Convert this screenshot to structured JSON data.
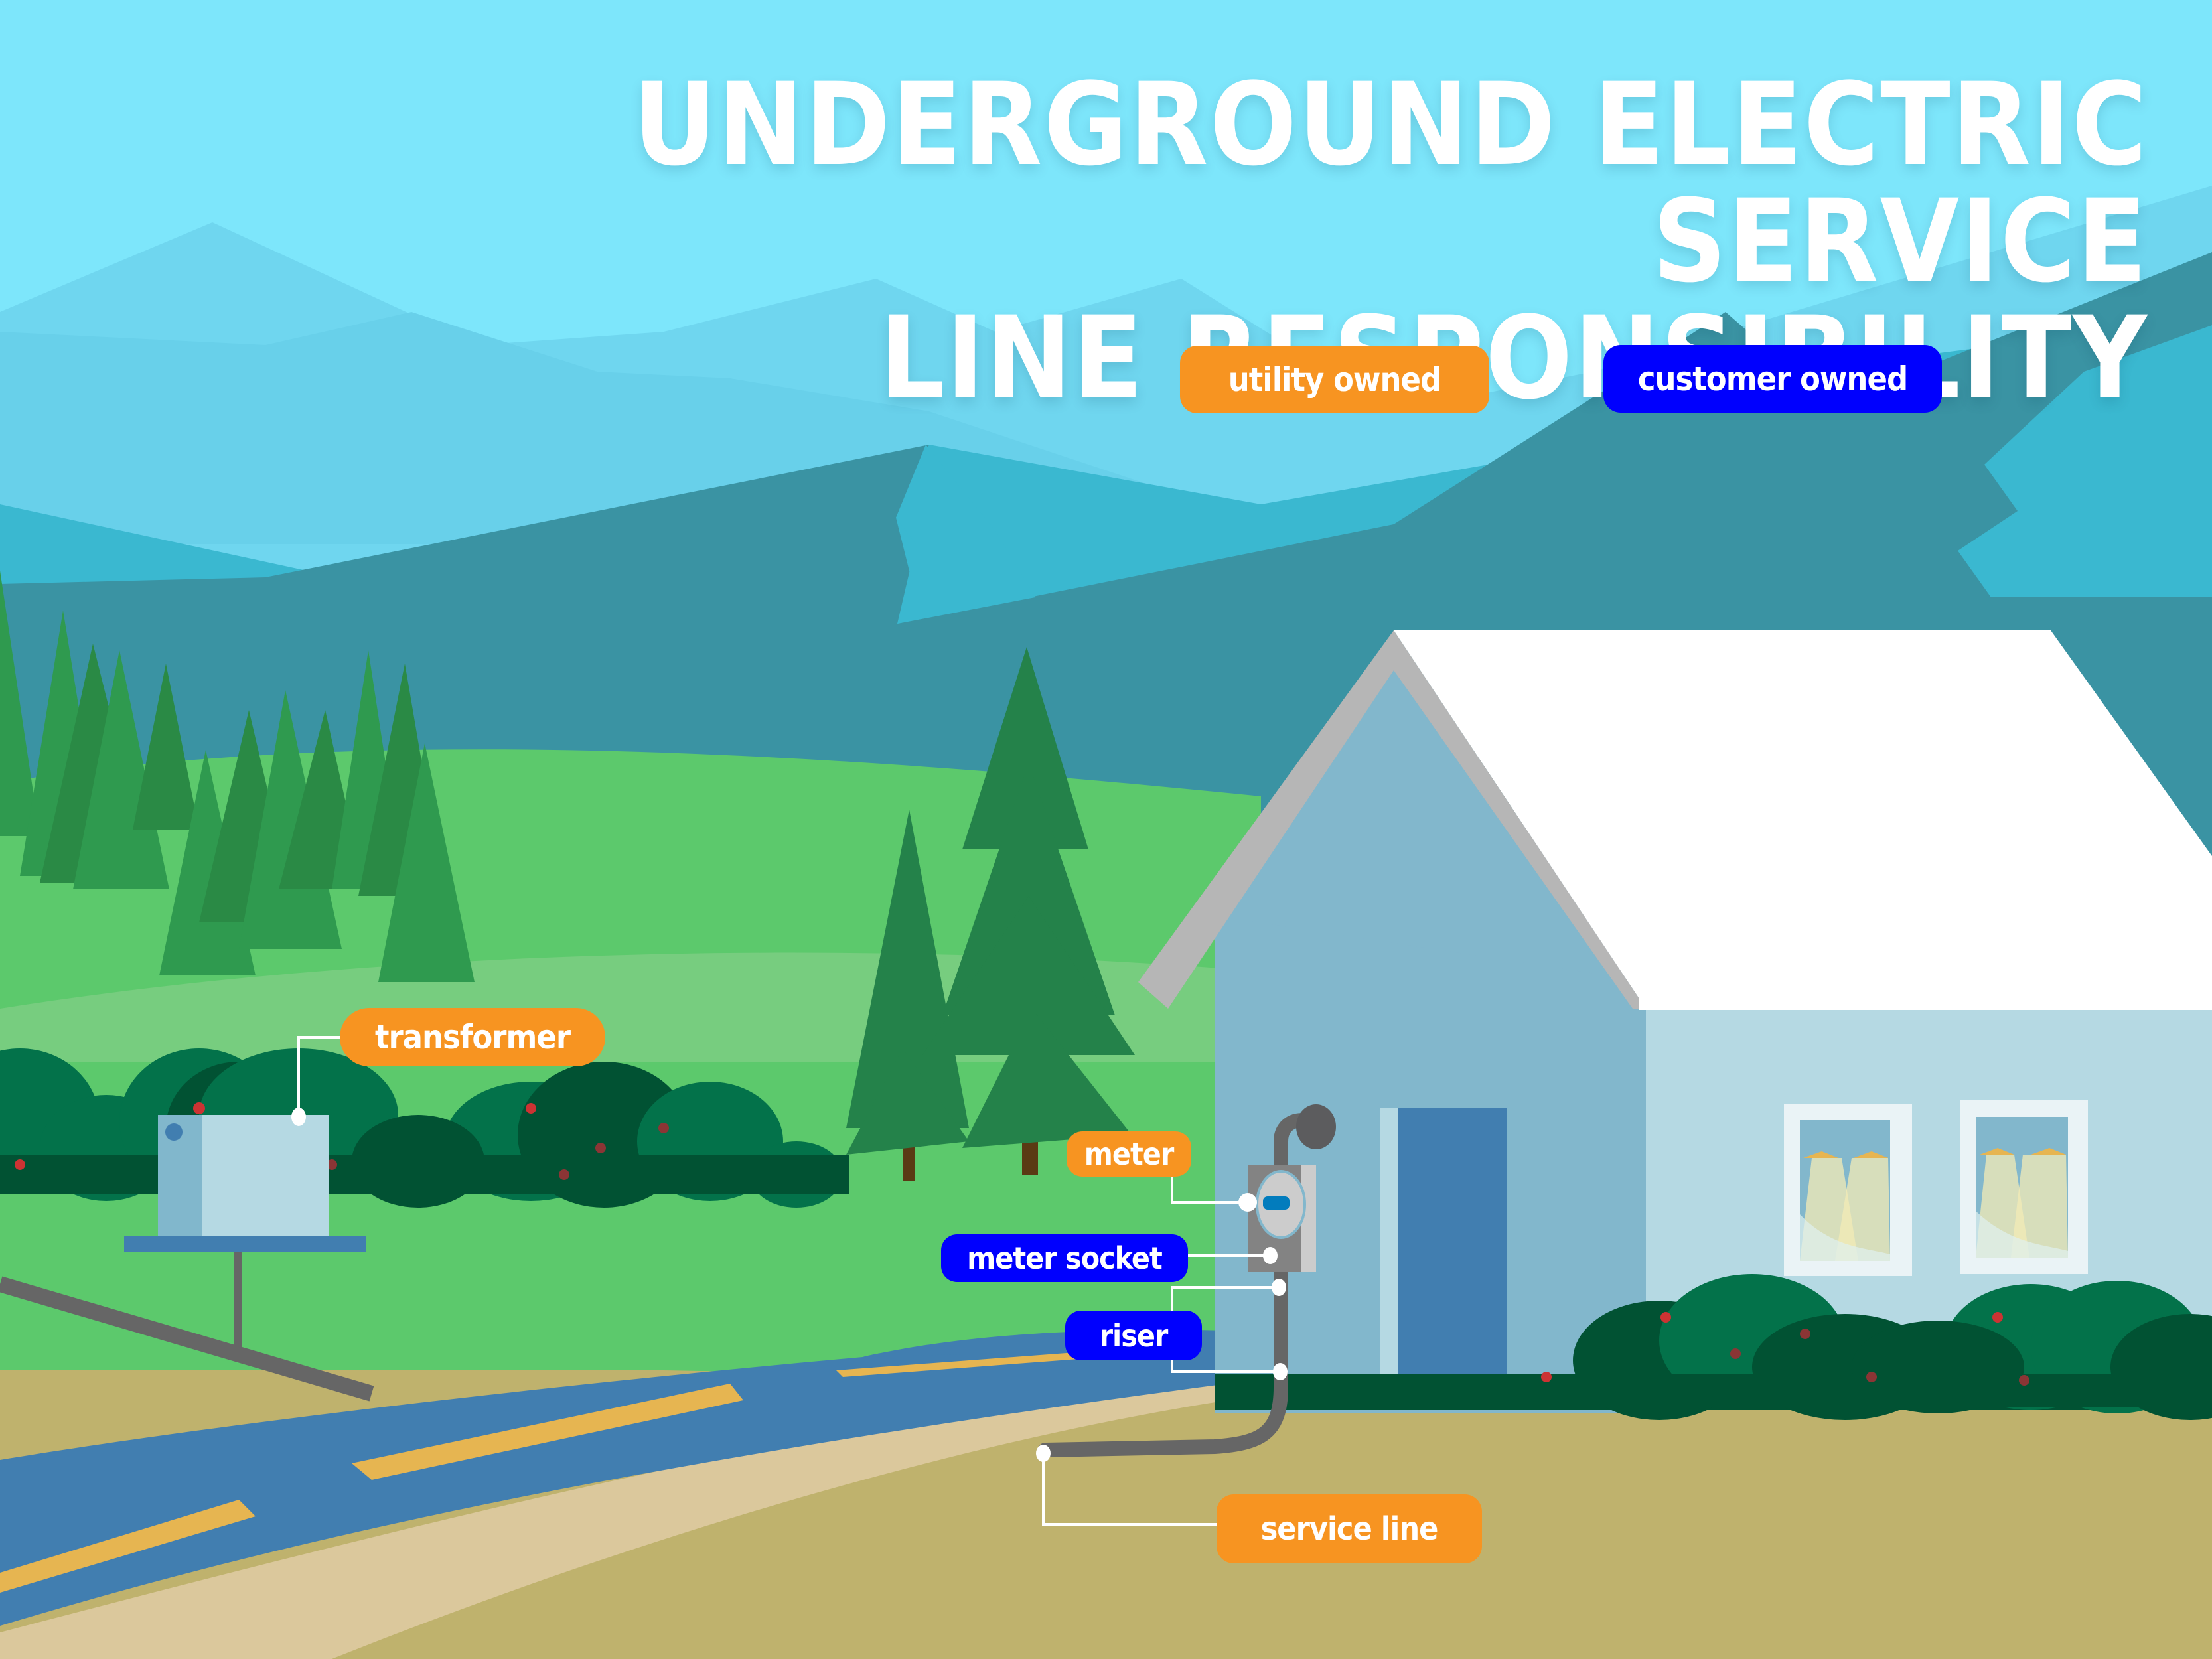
{
  "title": {
    "line1": "UNDERGROUND ELECTRIC SERVICE",
    "line2": "LINE RESPONSIBILITY"
  },
  "legend": {
    "utility": {
      "label": "utility owned",
      "color": "#f79421"
    },
    "customer": {
      "label": "customer owned",
      "color": "#0000fe"
    }
  },
  "callouts": {
    "transformer": {
      "label": "transformer",
      "owner": "utility"
    },
    "meter": {
      "label": "meter",
      "owner": "utility"
    },
    "meter_socket": {
      "label": "meter socket",
      "owner": "customer"
    },
    "riser": {
      "label": "riser",
      "owner": "customer"
    },
    "service_line": {
      "label": "service line",
      "owner": "utility"
    }
  },
  "colors": {
    "sky": "#7de6fb",
    "mountain_far": "#6fd6ef",
    "mountain_mid": "#3ab8d0",
    "mountain_dark": "#3a93a3",
    "grass": "#5cc96c",
    "ground": "#bfb26d",
    "road": "#417eb0",
    "road_line": "#e6b551",
    "house_wall": "#b5d9e3",
    "house_front": "#82b7cc",
    "roof": "#ffffff",
    "cable": "#666666"
  }
}
